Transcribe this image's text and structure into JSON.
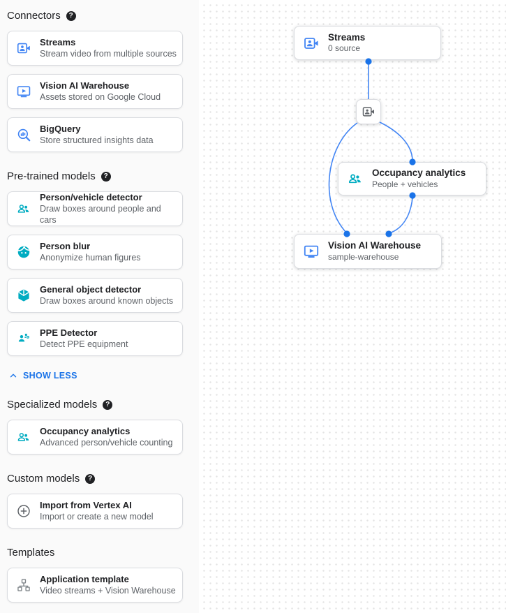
{
  "ui": {
    "help_glyph": "?",
    "colors": {
      "icon_blue": "#4285f4",
      "icon_teal": "#00acc1",
      "icon_gray": "#5f6368",
      "link_blue": "#1a73e8",
      "edge_blue": "#4285f4",
      "port_dot_blue": "#1a73e8"
    }
  },
  "sidebar": {
    "sections": [
      {
        "title": "Connectors",
        "has_help": true,
        "items": [
          {
            "icon": "video-camera-icon",
            "color": "blue",
            "title": "Streams",
            "desc": "Stream video from multiple sources"
          },
          {
            "icon": "smart-display-icon",
            "color": "blue",
            "title": "Vision AI Warehouse",
            "desc": "Assets stored on Google Cloud"
          },
          {
            "icon": "bigquery-icon",
            "color": "blue",
            "title": "BigQuery",
            "desc": "Store structured insights data"
          }
        ]
      },
      {
        "title": "Pre-trained models",
        "has_help": true,
        "items": [
          {
            "icon": "people-icon",
            "color": "teal",
            "title": "Person/vehicle detector",
            "desc": "Draw boxes around people and cars"
          },
          {
            "icon": "face-icon",
            "color": "teal",
            "title": "Person blur",
            "desc": "Anonymize human figures"
          },
          {
            "icon": "cube-icon",
            "color": "teal",
            "title": "General object detector",
            "desc": "Draw boxes around known objects"
          },
          {
            "icon": "ppe-icon",
            "color": "teal",
            "title": "PPE Detector",
            "desc": "Detect PPE equipment"
          }
        ],
        "link": {
          "label": "SHOW LESS",
          "icon": "chevron-up-icon"
        }
      },
      {
        "title": "Specialized models",
        "has_help": true,
        "items": [
          {
            "icon": "people-icon",
            "color": "teal",
            "title": "Occupancy analytics",
            "desc": "Advanced person/vehicle counting"
          }
        ]
      },
      {
        "title": "Custom models",
        "has_help": true,
        "items": [
          {
            "icon": "plus-circle-icon",
            "color": "gray",
            "title": "Import from Vertex AI",
            "desc": "Import or create a new model"
          }
        ]
      },
      {
        "title": "Templates",
        "has_help": false,
        "items": [
          {
            "icon": "schema-icon",
            "color": "lightgray",
            "title": "Application template",
            "desc": "Video streams + Vision Warehouse"
          }
        ]
      }
    ]
  },
  "canvas": {
    "nodes": {
      "streams": {
        "icon": "video-camera-icon",
        "title": "Streams",
        "subtitle": "0 source"
      },
      "processor": {
        "icon": "video-camera-icon"
      },
      "occupancy": {
        "icon": "people-icon",
        "title": "Occupancy analytics",
        "subtitle": "People + vehicles"
      },
      "warehouse": {
        "icon": "smart-display-icon",
        "title": "Vision AI Warehouse",
        "subtitle": "sample-warehouse"
      }
    }
  }
}
